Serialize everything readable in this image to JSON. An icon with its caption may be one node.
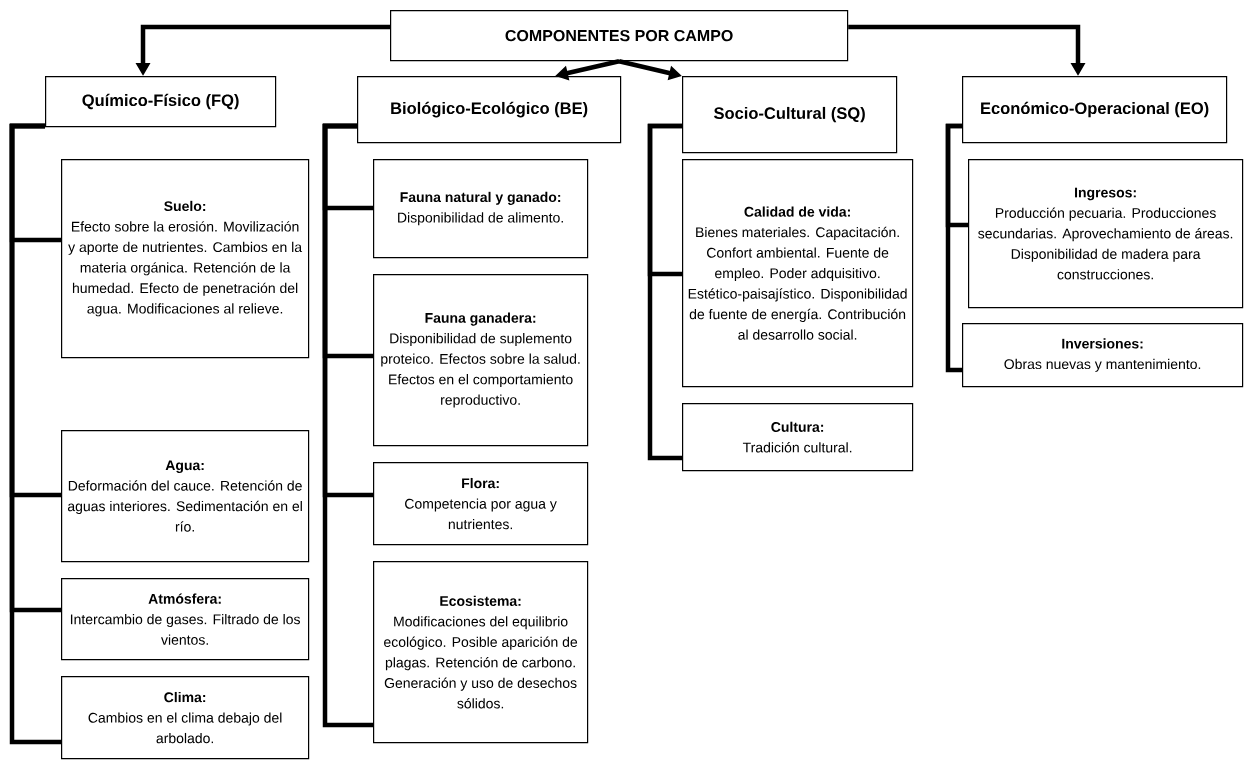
{
  "diagram": {
    "nodes": [
      {
        "text": [
          "COMPONENTES POR CAMPO"
        ]
      },
      {
        "text": [
          "Químico-Físico (FQ)"
        ]
      },
      {
        "text": [
          "Biológico-Ecológico (BE)"
        ]
      },
      {
        "text": [
          "Socio-Cultural (SQ)"
        ]
      },
      {
        "text": [
          "Económico-Operacional (EO)"
        ]
      },
      {
        "text": [
          "Suelo:",
          "Efecto sobre la erosión. Movilización y aporte de nutrientes. Cambios en la materia orgánica. Retención de la humedad. Efecto de penetración del agua. Modificaciones al relieve."
        ]
      },
      {
        "text": [
          "Agua:",
          "Deformación del cauce. Retención de aguas interiores. Sedimentación en el río."
        ]
      },
      {
        "text": [
          "Atmósfera:",
          "Intercambio de gases. Filtrado de los vientos."
        ]
      },
      {
        "text": [
          "Clima:",
          "Cambios en el clima debajo del arbolado."
        ]
      },
      {
        "text": [
          "Fauna natural y ganado:",
          "Disponibilidad de alimento."
        ]
      },
      {
        "text": [
          "Fauna ganadera:",
          "Disponibilidad de suplemento proteico. Efectos sobre la salud. Efectos en el comportamiento reproductivo."
        ]
      },
      {
        "text": [
          "Flora:",
          "Competencia por agua y nutrientes."
        ]
      },
      {
        "text": [
          "Ecosistema:",
          "Modificaciones del equilibrio ecológico. Posible aparición de plagas. Retención de carbono. Generación y uso de desechos sólidos."
        ]
      },
      {
        "text": [
          "Calidad de vida:",
          "Bienes materiales. Capacitación. Confort ambiental. Fuente de empleo. Poder adquisitivo. Estético-paisajístico. Disponibilidad de fuente de energía. Contribución al desarrollo social."
        ]
      },
      {
        "text": [
          "Cultura:",
          "Tradición cultural."
        ]
      },
      {
        "text": [
          "Ingresos:",
          "Producción pecuaria. Producciones secundarias. Aprovechamiento de áreas. Disponibilidad de madera para construcciones."
        ]
      },
      {
        "text": [
          "Inversiones:",
          "Obras nuevas y mantenimiento."
        ]
      }
    ],
    "edges": [
      {
        "from": 0,
        "to": 1,
        "arrow": "to"
      },
      {
        "from": 0,
        "to": 2,
        "arrow": "to"
      },
      {
        "from": 0,
        "to": 3,
        "arrow": "to"
      },
      {
        "from": 0,
        "to": 4,
        "arrow": "to"
      },
      {
        "from": 1,
        "to": 5,
        "arrow": "none"
      },
      {
        "from": 1,
        "to": 6,
        "arrow": "none"
      },
      {
        "from": 1,
        "to": 7,
        "arrow": "none"
      },
      {
        "from": 1,
        "to": 8,
        "arrow": "none"
      },
      {
        "from": 2,
        "to": 9,
        "arrow": "none"
      },
      {
        "from": 2,
        "to": 10,
        "arrow": "none"
      },
      {
        "from": 2,
        "to": 11,
        "arrow": "none"
      },
      {
        "from": 2,
        "to": 12,
        "arrow": "none"
      },
      {
        "from": 3,
        "to": 13,
        "arrow": "none"
      },
      {
        "from": 3,
        "to": 14,
        "arrow": "none"
      },
      {
        "from": 4,
        "to": 15,
        "arrow": "none"
      },
      {
        "from": 4,
        "to": 16,
        "arrow": "none"
      }
    ]
  }
}
